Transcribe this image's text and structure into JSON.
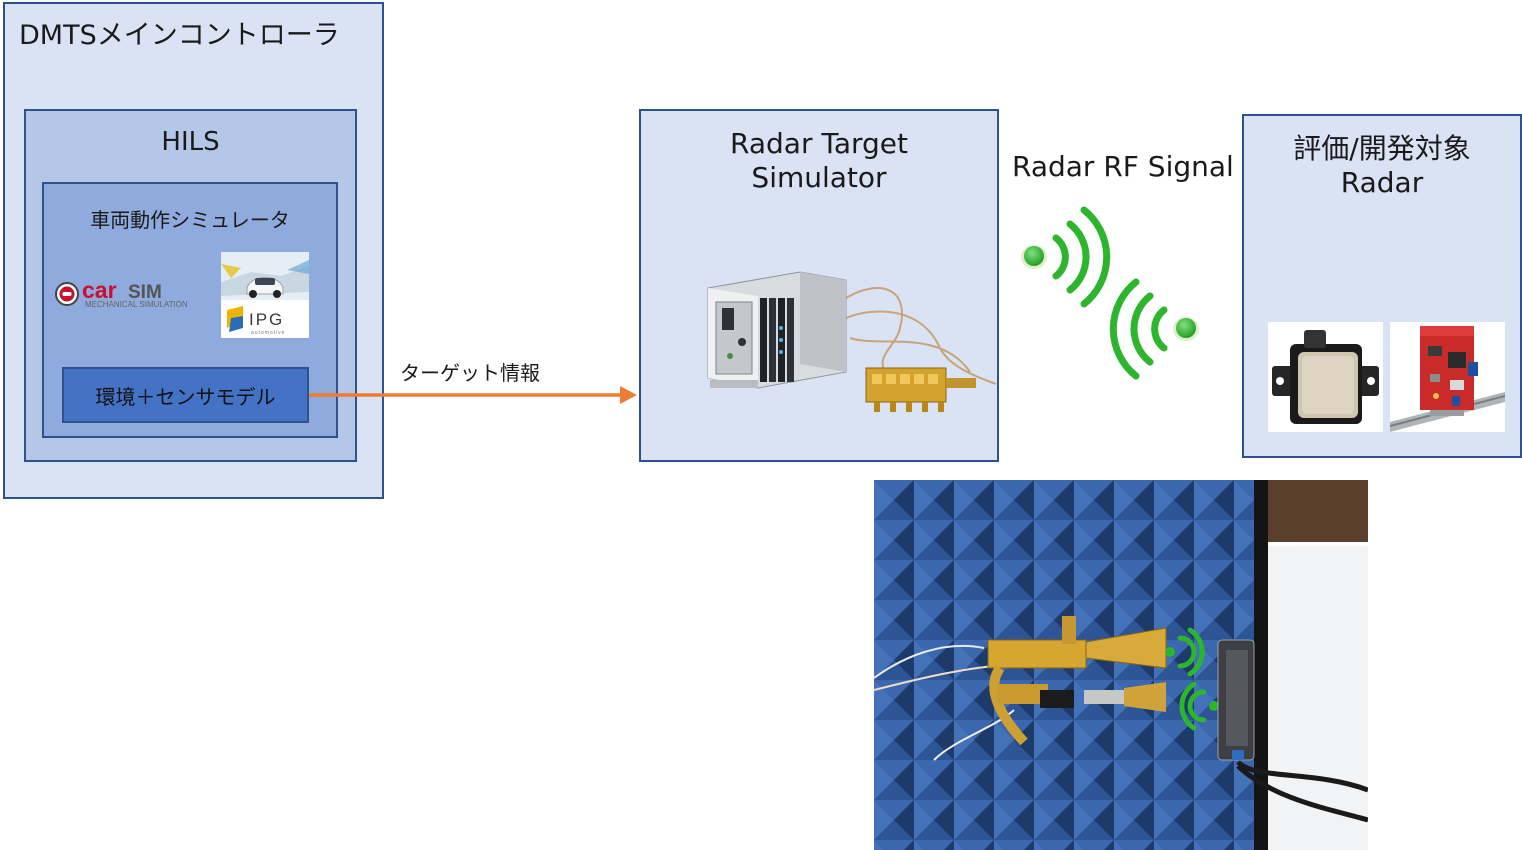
{
  "diagram": {
    "main_controller": {
      "title": "DMTSメインコントローラ"
    },
    "hils": {
      "title": "HILS"
    },
    "vehicle_sim": {
      "title": "車両動作シミュレータ",
      "carsim_logo": {
        "brand": "car",
        "brand_suffix": "SIM",
        "tagline": "MECHANICAL SIMULATION"
      },
      "ipg_logo": {
        "brand": "IPG",
        "tagline": "automotive"
      }
    },
    "env_model": {
      "label": "環境＋センサモデル"
    },
    "arrow": {
      "label": "ターゲット情報",
      "color": "#ed7d31"
    },
    "rts": {
      "title_line1": "Radar Target",
      "title_line2": "Simulator"
    },
    "rf_signal": {
      "label": "Radar RF Signal",
      "color": "#2db52d"
    },
    "radar": {
      "title_line1": "評価/開発対象",
      "title_line2": "Radar"
    }
  },
  "colors": {
    "box_border": "#2f528f",
    "light_fill": "#dae3f3",
    "mid_fill": "#b4c7e7",
    "dark_fill": "#8faadc",
    "deep_fill": "#4472c4",
    "chamber_foam": "#2c4f8c"
  }
}
